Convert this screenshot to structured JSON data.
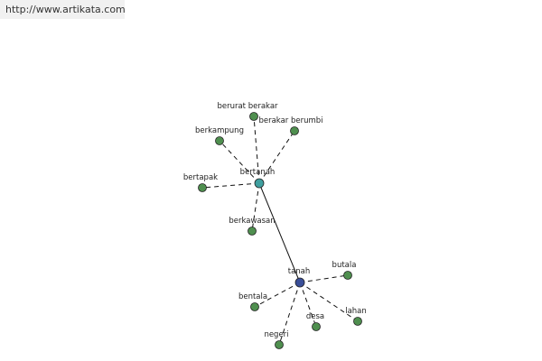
{
  "url": "http://www.artikata.com",
  "colors": {
    "leaf": "#4f8f4f",
    "hub_bertanah": "#3f9f9f",
    "hub_tanah": "#3a4f99",
    "stroke": "#222222"
  },
  "graph": {
    "nodes": [
      {
        "id": "bertanah",
        "label": "bertanah",
        "kind": "hub_bertanah"
      },
      {
        "id": "tanah",
        "label": "tanah",
        "kind": "hub_tanah"
      },
      {
        "id": "berurat-berakar",
        "label": "berurat berakar",
        "kind": "leaf"
      },
      {
        "id": "berakar-berumbi",
        "label": "berakar berumbi",
        "kind": "leaf"
      },
      {
        "id": "berkampung",
        "label": "berkampung",
        "kind": "leaf"
      },
      {
        "id": "bertapak",
        "label": "bertapak",
        "kind": "leaf"
      },
      {
        "id": "berkawasan",
        "label": "berkawasan",
        "kind": "leaf"
      },
      {
        "id": "butala",
        "label": "butala",
        "kind": "leaf"
      },
      {
        "id": "bentala",
        "label": "bentala",
        "kind": "leaf"
      },
      {
        "id": "desa",
        "label": "desa",
        "kind": "leaf"
      },
      {
        "id": "lahan",
        "label": "lahan",
        "kind": "leaf"
      },
      {
        "id": "negeri",
        "label": "negeri",
        "kind": "leaf"
      }
    ],
    "edges": [
      {
        "from": "bertanah",
        "to": "tanah",
        "style": "solid"
      },
      {
        "from": "bertanah",
        "to": "berurat-berakar",
        "style": "dashed"
      },
      {
        "from": "bertanah",
        "to": "berakar-berumbi",
        "style": "dashed"
      },
      {
        "from": "bertanah",
        "to": "berkampung",
        "style": "dashed"
      },
      {
        "from": "bertanah",
        "to": "bertapak",
        "style": "dashed"
      },
      {
        "from": "bertanah",
        "to": "berkawasan",
        "style": "dashed"
      },
      {
        "from": "tanah",
        "to": "butala",
        "style": "dashed"
      },
      {
        "from": "tanah",
        "to": "bentala",
        "style": "dashed"
      },
      {
        "from": "tanah",
        "to": "desa",
        "style": "dashed"
      },
      {
        "from": "tanah",
        "to": "lahan",
        "style": "dashed"
      },
      {
        "from": "tanah",
        "to": "negeri",
        "style": "dashed"
      }
    ]
  }
}
